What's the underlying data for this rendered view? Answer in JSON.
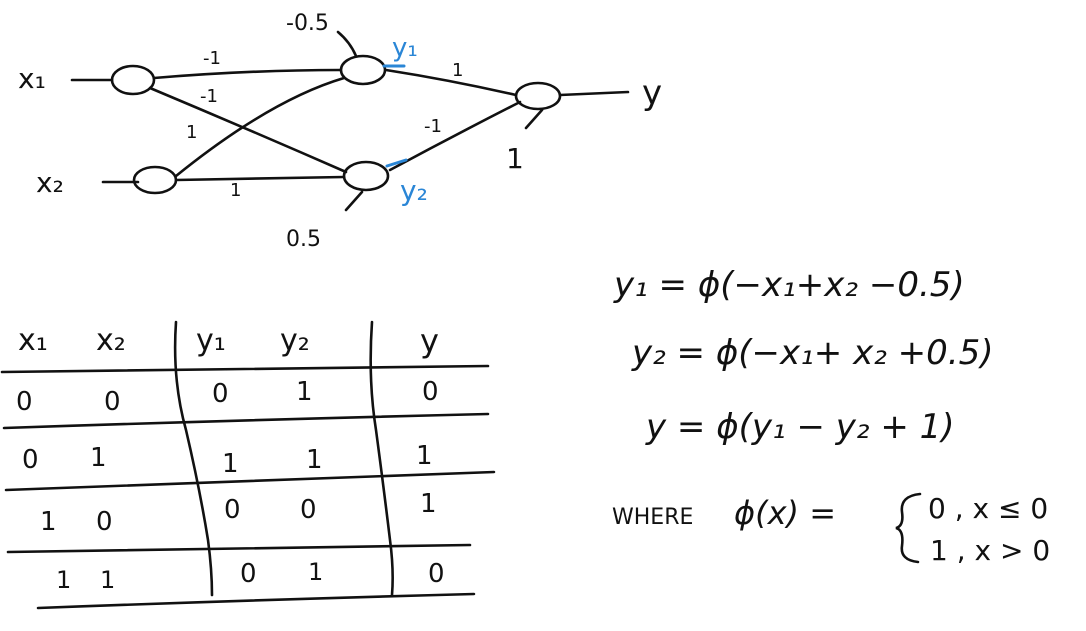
{
  "colors": {
    "ink": "#111111",
    "highlight": "#2a86d6",
    "background": "#ffffff"
  },
  "network": {
    "inputs": [
      "x₁",
      "x₂"
    ],
    "output": "y",
    "hidden_labels": [
      "y₁",
      "y₂"
    ],
    "biases": {
      "h1": "-0.5",
      "h2": "0.5",
      "out": "1"
    },
    "weights": {
      "x1_h1": "-1",
      "x1_h2": "-1",
      "x2_h1": "1",
      "x2_h2": "1",
      "h1_out": "1",
      "h2_out": "-1"
    }
  },
  "truth_table": {
    "headers": [
      "x₁",
      "x₂",
      "y₁",
      "y₂",
      "y"
    ],
    "rows": [
      [
        "0",
        "0",
        "0",
        "1",
        "0"
      ],
      [
        "0",
        "1",
        "1",
        "1",
        "1"
      ],
      [
        "1",
        "0",
        "0",
        "0",
        "1"
      ],
      [
        "1",
        "1",
        "0",
        "1",
        "0"
      ]
    ]
  },
  "equations": {
    "eq1": "y₁ = ϕ(−x₁+x₂ −0.5)",
    "eq2": "y₂ = ϕ(−x₁+ x₂ +0.5)",
    "eq3": "y = ϕ(y₁ − y₂ + 1)",
    "where_label": "WHERE",
    "phi_lhs": "ϕ(x) =",
    "case1": "0 , x ≤ 0",
    "case2": "1 , x > 0"
  }
}
